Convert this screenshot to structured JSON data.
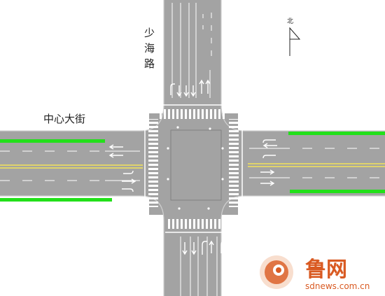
{
  "labels": {
    "road_north": [
      "少",
      "海",
      "路"
    ],
    "road_west": "中心大街",
    "north_indicator": "北"
  },
  "watermark": {
    "brand": "鲁网",
    "url": "sdnews.com.cn"
  },
  "colors": {
    "road": "#a3a3a3",
    "background": "#ffffff",
    "marking": "#ffffff",
    "center_line": "#f3e35a",
    "green_strip": "#22e01a",
    "brand": "#d95a22"
  },
  "icons": [
    "north-arrow-icon",
    "straight-arrow-icon",
    "left-turn-arrow-icon",
    "right-turn-arrow-icon",
    "u-turn-arrow-icon",
    "brand-logo-icon"
  ]
}
